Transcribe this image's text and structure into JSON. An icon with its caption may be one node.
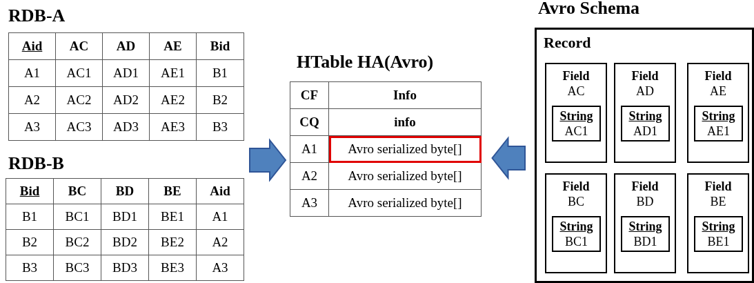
{
  "diagram": {
    "nodes": [
      {
        "text": [
          "RDB-A",
          "Aid",
          "AC",
          "AD",
          "AE",
          "Bid",
          "A1",
          "AC1",
          "AD1",
          "AE1",
          "B1",
          "A2",
          "AC2",
          "AD2",
          "AE2",
          "B2",
          "A3",
          "AC3",
          "AD3",
          "AE3",
          "B3"
        ]
      },
      {
        "text": [
          "RDB-B",
          "Bid",
          "BC",
          "BD",
          "BE",
          "Aid",
          "B1",
          "BC1",
          "BD1",
          "BE1",
          "A1",
          "B2",
          "BC2",
          "BD2",
          "BE2",
          "A2",
          "B3",
          "BC3",
          "BD3",
          "BE3",
          "A3"
        ]
      },
      {
        "text": [
          "HTable HA(Avro)",
          "CF",
          "Info",
          "CQ",
          "info",
          "A1",
          "A2",
          "Avro serialized byte[]",
          "A3",
          "Avro serialized byte[]"
        ]
      },
      {
        "text": [
          "Avro serialized byte[]"
        ],
        "in": 2
      },
      {
        "text": [
          "Avro Schema",
          "Record"
        ]
      },
      {
        "text": [
          "Field",
          "AC"
        ],
        "in": 4
      },
      {
        "text": [
          "String",
          "AC1"
        ],
        "in": 5
      },
      {
        "text": [
          "Field",
          "AD"
        ],
        "in": 4
      },
      {
        "text": [
          "String",
          "AD1"
        ],
        "in": 7
      },
      {
        "text": [
          "Field",
          "AE"
        ],
        "in": 4
      },
      {
        "text": [
          "String",
          "AE1"
        ],
        "in": 9
      },
      {
        "text": [
          "Field",
          "BC"
        ],
        "in": 4
      },
      {
        "text": [
          "String",
          "BC1"
        ],
        "in": 11
      },
      {
        "text": [
          "Field",
          "BD"
        ],
        "in": 4
      },
      {
        "text": [
          "String",
          "BD1"
        ],
        "in": 13
      },
      {
        "text": [
          "Field",
          "BE"
        ],
        "in": 4
      },
      {
        "text": [
          "String",
          "BE1"
        ],
        "in": 15
      }
    ],
    "edges": [
      {
        "from": 0,
        "to": 2,
        "arrow": "to"
      },
      {
        "from": 1,
        "to": 2,
        "arrow": "to"
      },
      {
        "from": 4,
        "to": 3,
        "arrow": "to"
      }
    ]
  }
}
